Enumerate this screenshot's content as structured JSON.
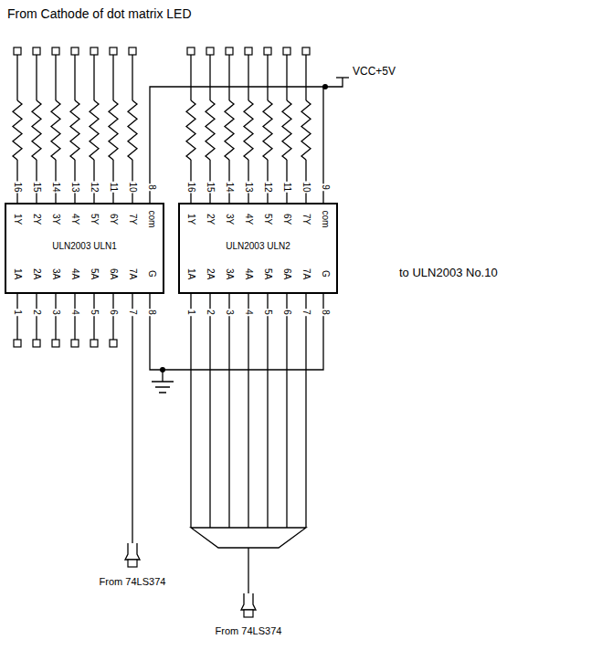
{
  "diagram": {
    "nodes": [
      {
        "text": [
          "ULN2003 ULN1"
        ]
      },
      {
        "text": [
          "ULN2003 ULN2"
        ]
      }
    ],
    "edges": [
      {
        "from": 0,
        "to": 1,
        "arrow": "none"
      },
      {
        "from": 0,
        "to": 1,
        "arrow": "none"
      }
    ],
    "labels": [
      "From Cathode of dot matrix LED",
      "VCC+5V",
      "16",
      "15",
      "14",
      "13",
      "12",
      "11",
      "10",
      "8",
      "1Y",
      "2Y",
      "3Y",
      "4Y",
      "5Y",
      "6Y",
      "7Y",
      "com",
      "1A",
      "2A",
      "3A",
      "4A",
      "5A",
      "6A",
      "7A",
      "G",
      "1",
      "2",
      "3",
      "4",
      "5",
      "6",
      "7",
      "8",
      "16",
      "15",
      "14",
      "13",
      "12",
      "11",
      "10",
      "9",
      "1Y",
      "2Y",
      "3Y",
      "4Y",
      "5Y",
      "6Y",
      "7Y",
      "com",
      "1A",
      "2A",
      "3A",
      "4A",
      "5A",
      "6A",
      "7A",
      "G",
      "1",
      "2",
      "3",
      "4",
      "5",
      "6",
      "7",
      "8",
      "to ULN2003 No.10",
      "From 74LS374",
      "From 74LS374"
    ]
  }
}
